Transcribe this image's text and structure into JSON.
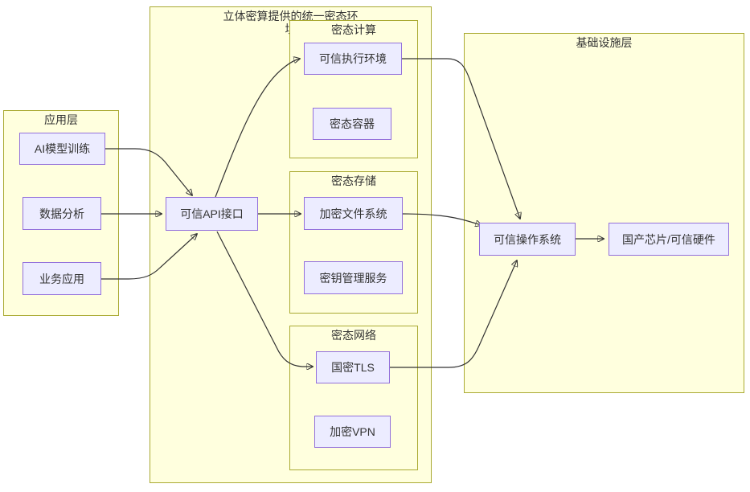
{
  "clusters": {
    "app_layer": {
      "label": "应用层"
    },
    "unified_env": {
      "title_line1": "立体密算提供的统一密态环",
      "title_line2": "境"
    },
    "confidential_compute": {
      "label": "密态计算"
    },
    "confidential_storage": {
      "label": "密态存储"
    },
    "confidential_network": {
      "label": "密态网络"
    },
    "infrastructure": {
      "label": "基础设施层"
    }
  },
  "nodes": {
    "ai_training": {
      "label": "AI模型训练"
    },
    "data_analysis": {
      "label": "数据分析"
    },
    "business_app": {
      "label": "业务应用"
    },
    "trusted_api": {
      "label": "可信API接口"
    },
    "tee": {
      "label": "可信执行环境"
    },
    "confidential_container": {
      "label": "密态容器"
    },
    "encrypted_fs": {
      "label": "加密文件系统"
    },
    "kms": {
      "label": "密钥管理服务"
    },
    "gm_tls": {
      "label": "国密TLS"
    },
    "encrypted_vpn": {
      "label": "加密VPN"
    },
    "trusted_os": {
      "label": "可信操作系统"
    },
    "domestic_chip": {
      "label": "国产芯片/可信硬件"
    }
  },
  "edges": [
    {
      "from": "AI模型训练",
      "to": "可信API接口"
    },
    {
      "from": "数据分析",
      "to": "可信API接口"
    },
    {
      "from": "业务应用",
      "to": "可信API接口"
    },
    {
      "from": "可信API接口",
      "to": "可信执行环境"
    },
    {
      "from": "可信API接口",
      "to": "加密文件系统"
    },
    {
      "from": "可信API接口",
      "to": "国密TLS"
    },
    {
      "from": "可信执行环境",
      "to": "可信操作系统"
    },
    {
      "from": "加密文件系统",
      "to": "可信操作系统"
    },
    {
      "from": "国密TLS",
      "to": "可信操作系统"
    },
    {
      "from": "可信操作系统",
      "to": "国产芯片/可信硬件"
    }
  ],
  "colors": {
    "node_fill": "#ECECFF",
    "node_border": "#9370DB",
    "cluster_fill": "#FFFFDE",
    "cluster_border": "#AAAA33",
    "edge": "#333333",
    "text": "#333333"
  }
}
